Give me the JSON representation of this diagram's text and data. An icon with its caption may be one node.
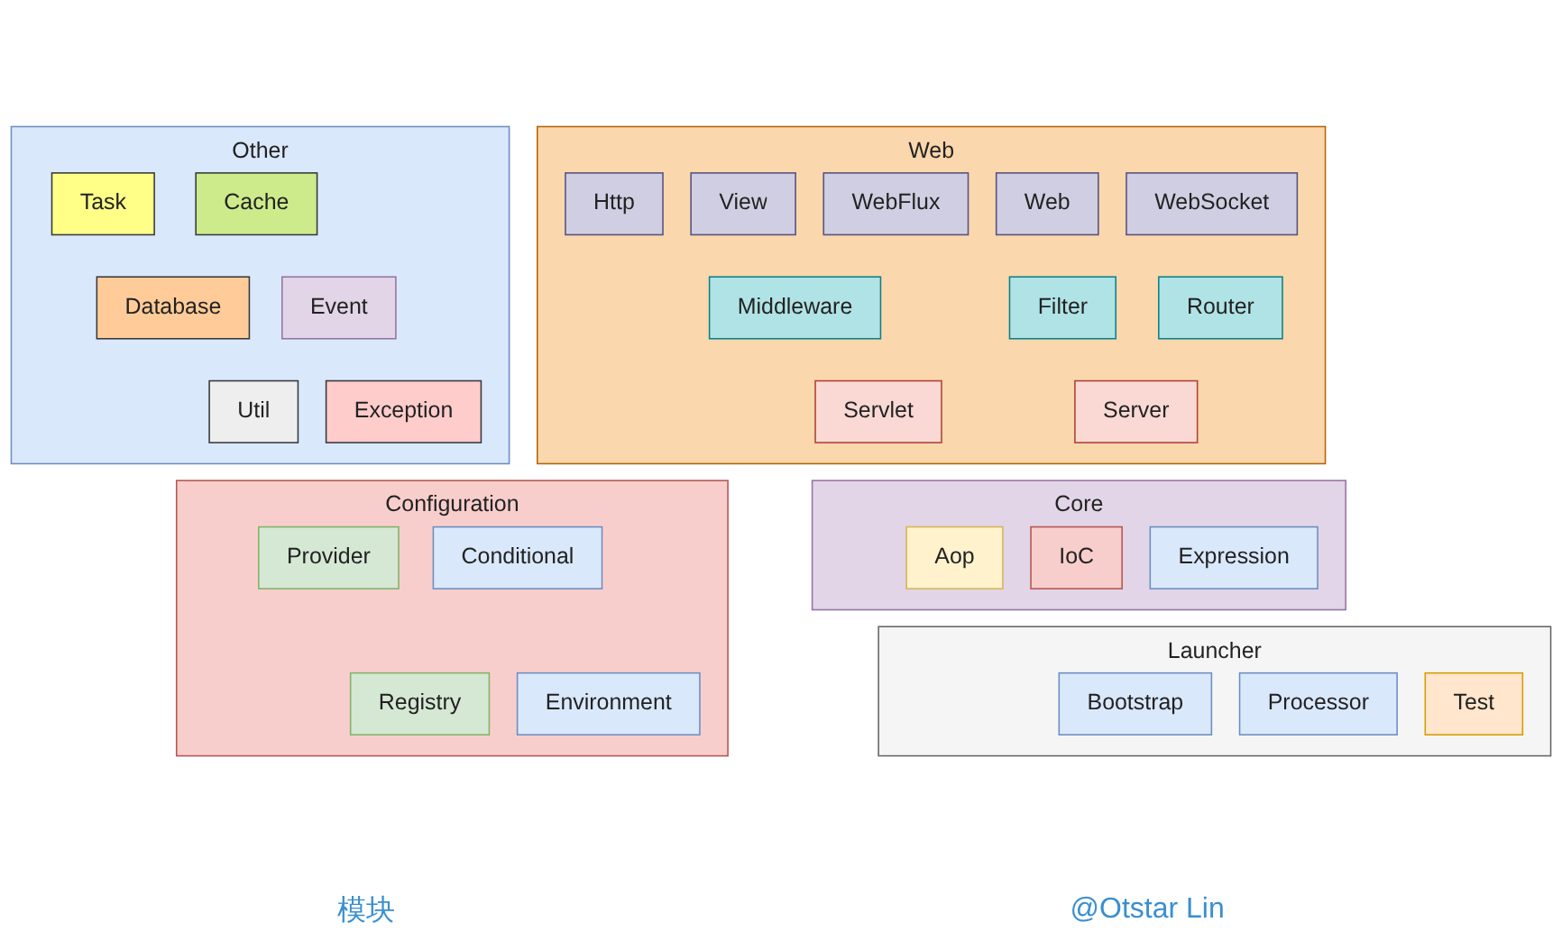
{
  "diagram": {
    "nodes": [
      {
        "text": [
          "Web"
        ]
      },
      {
        "text": [
          "Http"
        ],
        "in": 0
      },
      {
        "text": [
          "View"
        ],
        "in": 0
      },
      {
        "text": [
          "WebFlux"
        ],
        "in": 0
      },
      {
        "text": [
          "Web"
        ],
        "in": 0
      },
      {
        "text": [
          "WebSocket"
        ],
        "in": 0
      },
      {
        "text": [
          "Middleware"
        ],
        "in": 0
      },
      {
        "text": [
          "Filter"
        ],
        "in": 0
      },
      {
        "text": [
          "Router"
        ],
        "in": 0
      },
      {
        "text": [
          "Servlet"
        ],
        "in": 0
      },
      {
        "text": [
          "Server"
        ],
        "in": 0
      },
      {
        "text": [
          "Other"
        ]
      },
      {
        "text": [
          "Task"
        ],
        "in": 11
      },
      {
        "text": [
          "Cache"
        ],
        "in": 11
      },
      {
        "text": [
          "Database"
        ],
        "in": 11
      },
      {
        "text": [
          "Event"
        ],
        "in": 11
      },
      {
        "text": [
          "Util"
        ],
        "in": 11
      },
      {
        "text": [
          "Exception"
        ],
        "in": 11
      },
      {
        "text": [
          "Core"
        ]
      },
      {
        "text": [
          "Aop"
        ],
        "in": 18
      },
      {
        "text": [
          "IoC"
        ],
        "in": 18
      },
      {
        "text": [
          "Expression"
        ],
        "in": 18
      },
      {
        "text": [
          "Configuration"
        ]
      },
      {
        "text": [
          "Provider"
        ],
        "in": 22
      },
      {
        "text": [
          "Conditional"
        ],
        "in": 22
      },
      {
        "text": [
          "Registry"
        ],
        "in": 22
      },
      {
        "text": [
          "Environment"
        ],
        "in": 22
      },
      {
        "text": [
          "Launcher"
        ]
      },
      {
        "text": [
          "Bootstrap"
        ],
        "in": 27
      },
      {
        "text": [
          "Processor"
        ],
        "in": 27
      },
      {
        "text": [
          "Test"
        ],
        "in": 27
      }
    ],
    "edges": [],
    "labels": [
      "模块",
      "@Otstar Lin"
    ]
  }
}
